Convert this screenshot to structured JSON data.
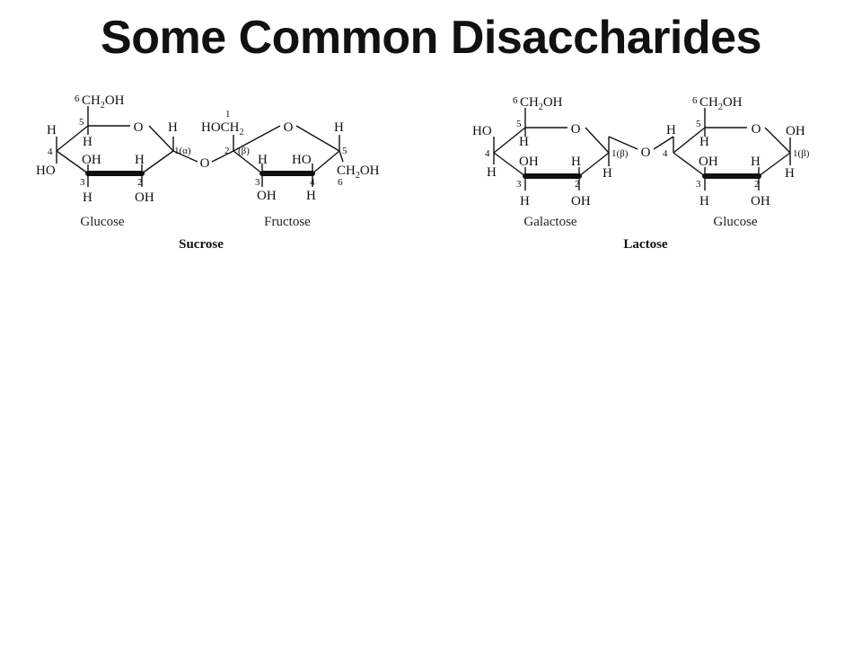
{
  "title": "Some Common Disaccharides",
  "sucrose": {
    "name": "Sucrose",
    "glucose_label": "Glucose",
    "fructose_label": "Fructose",
    "alpha_link": "1(α)",
    "beta_link": "(β)",
    "glucose_c6": "6",
    "glucose_ch2oh": "CH",
    "glucose_ch2oh_sub": "2",
    "glucose_ch2oh_end": "OH",
    "fructose_c1": "1",
    "fructose_hoch2": "HOCH",
    "fructose_hoch2_sub": "2",
    "fructose_c6": "6",
    "fructose_ch2oh": "CH",
    "fructose_ch2oh_sub": "2",
    "fructose_ch2oh_end": "OH"
  },
  "lactose": {
    "name": "Lactose",
    "galactose_label": "Galactose",
    "glucose_label": "Glucose",
    "beta_link": "1(β)",
    "beta_anomer": "1(β)",
    "c6": "6",
    "ch2oh": "CH",
    "ch2oh_sub": "2",
    "ch2oh_end": "OH"
  },
  "atoms": {
    "H": "H",
    "O": "O",
    "OH": "OH",
    "HO": "HO"
  },
  "numbers": {
    "n2": "2",
    "n3": "3",
    "n4": "4",
    "n5": "5"
  }
}
